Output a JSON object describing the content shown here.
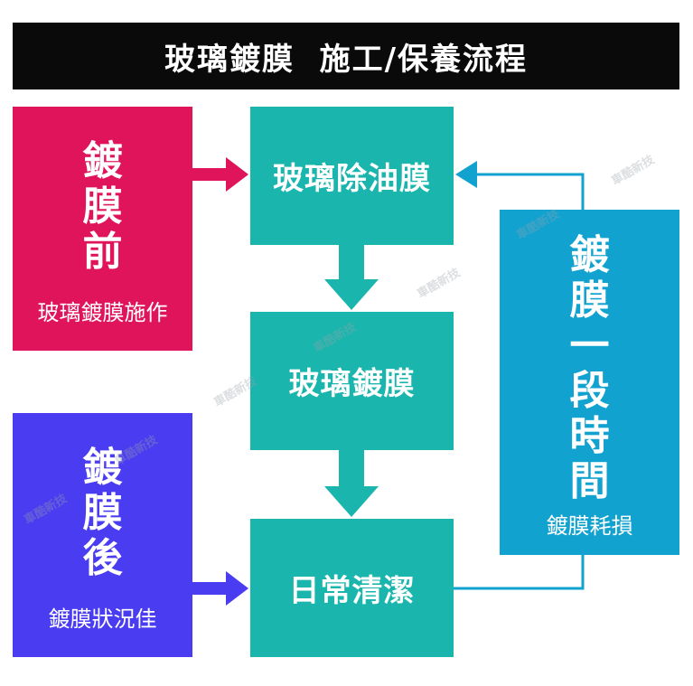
{
  "title": "玻璃鍍膜  施工/保養流程",
  "before": {
    "heading": "鍍膜前",
    "sub": "玻璃鍍膜施作"
  },
  "after": {
    "heading": "鍍膜後",
    "sub": "鍍膜狀況佳"
  },
  "period": {
    "heading": "鍍膜一段時間",
    "sub": "鍍膜耗損"
  },
  "steps": [
    "玻璃除油膜",
    "玻璃鍍膜",
    "日常清潔"
  ],
  "watermark": "車酷新技",
  "colors": {
    "title_bg": "#0a0a0a",
    "before": "#e0145a",
    "after": "#4a3cf0",
    "step": "#1ab5ad",
    "period": "#12a2d0",
    "arrow_before": "#e0145a",
    "arrow_after": "#4a3cf0",
    "arrow_step": "#1ab5ad",
    "arrow_period": "#12a2d0"
  }
}
